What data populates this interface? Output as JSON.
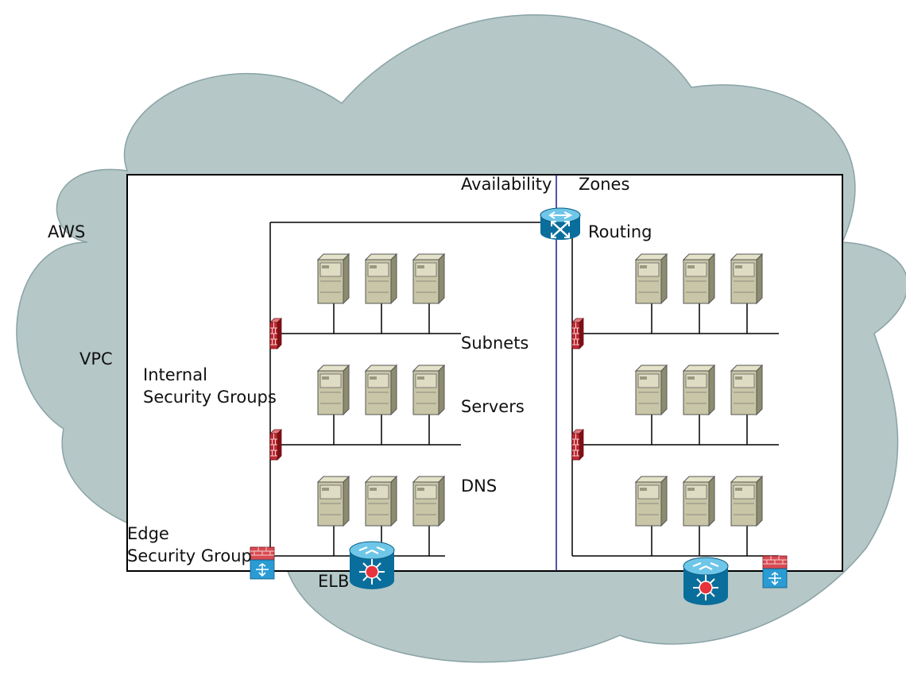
{
  "labels": {
    "aws": "AWS",
    "vpc": "VPC",
    "availability": "Availability",
    "zones": "Zones",
    "routing": "Routing",
    "subnets": "Subnets",
    "servers": "Servers",
    "dns": "DNS",
    "internal_line1": "Internal",
    "internal_line2": "Security Groups",
    "edge_line1": "Edge",
    "edge_line2": "Security Group",
    "elb": "ELB"
  },
  "colors": {
    "cloud_fill": "#b5c7c7",
    "cloud_stroke": "#8aa3a6",
    "zone_divider": "#1a1a8c",
    "server_body": "#c8c6a6",
    "firewall_red": "#c22a33",
    "network_blue": "#0a6e9c"
  },
  "icons": {
    "router": "router-icon",
    "elb": "load-balancer-icon",
    "server": "server-tower-icon",
    "firewall": "firewall-icon",
    "edge_gateway": "firewall-gateway-icon"
  }
}
